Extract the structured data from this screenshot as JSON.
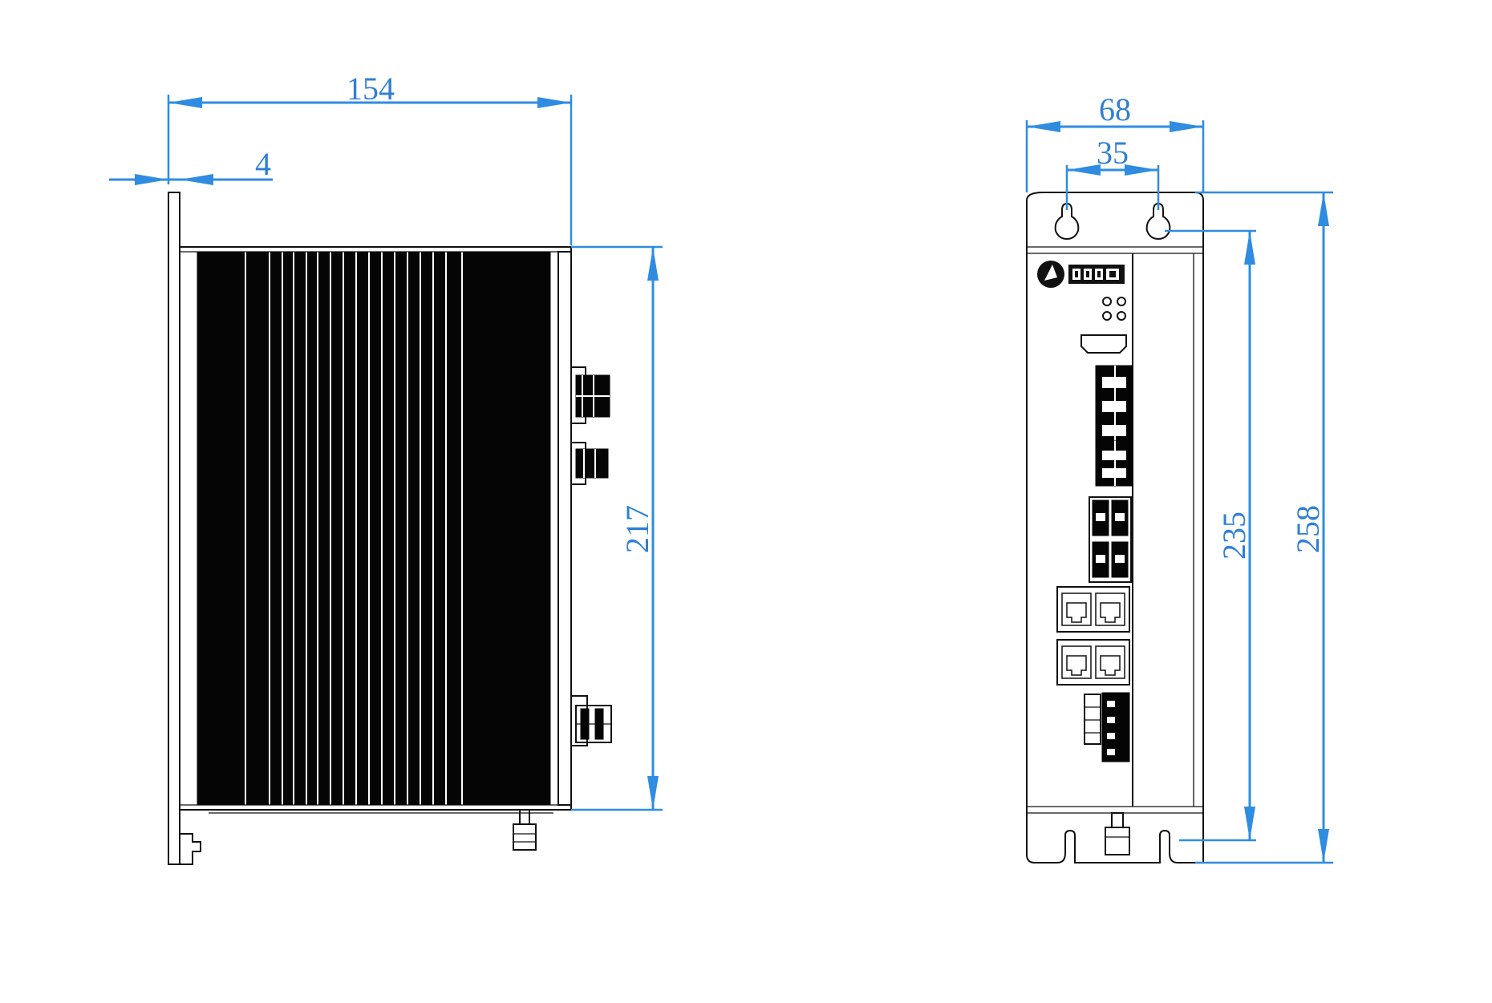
{
  "side_view": {
    "dimensions": {
      "width": "154",
      "flange": "4",
      "height": "217"
    }
  },
  "front_view": {
    "dimensions": {
      "width": "68",
      "hole_spacing": "35",
      "hole_to_slot": "235",
      "overall_height": "258"
    }
  },
  "colors": {
    "dimension": "#2f8ce0",
    "outline": "#111111",
    "fill": "#050505"
  }
}
